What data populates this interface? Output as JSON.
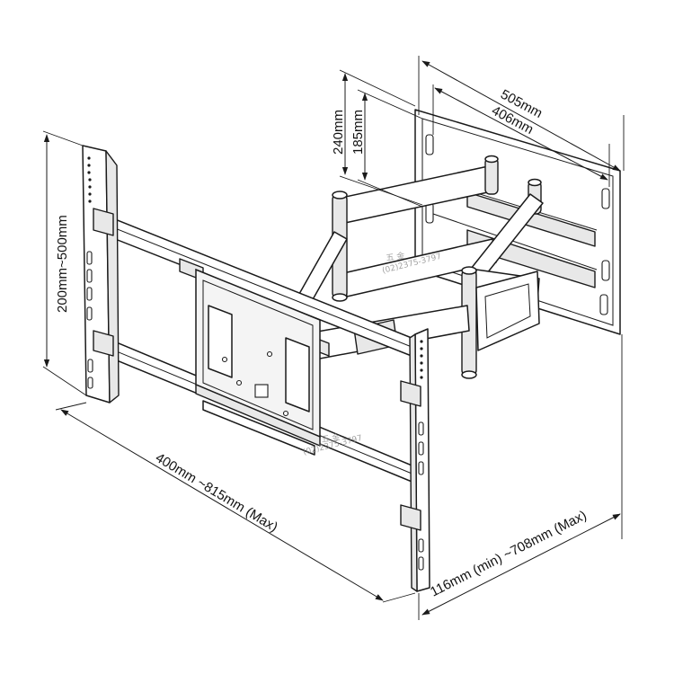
{
  "dimensions": {
    "wall_width_outer": "505mm",
    "wall_width_inner": "406mm",
    "wall_height_outer": "240mm",
    "wall_height_inner": "185mm",
    "tv_vertical_range": "200mm~500mm",
    "tv_horizontal_range": "400mm ~815mm (Max)",
    "extension_range": "116mm (min) ~708mm (Max)"
  },
  "watermark": {
    "name": "五 金",
    "phone": "(02)2375-3797"
  },
  "colors": {
    "line": "#1a1a1a",
    "background": "#ffffff",
    "part_fill": "#e8e8e8"
  }
}
